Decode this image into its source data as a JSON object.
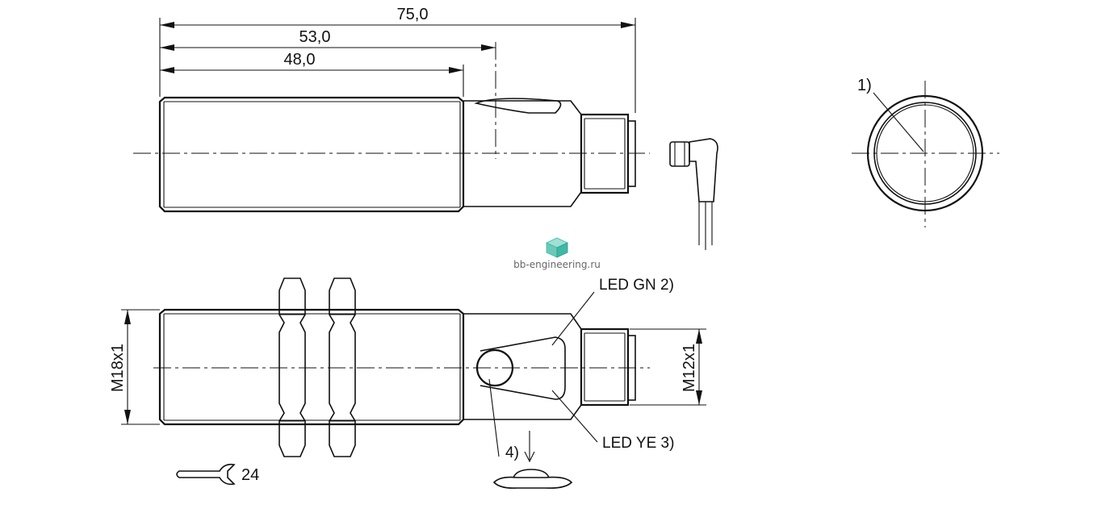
{
  "dimensions": {
    "overall_length": "75,0",
    "length_53": "53,0",
    "thread_length": "48,0",
    "thread_m18": "M18x1",
    "thread_m12": "M12x1",
    "wrench_size": "24"
  },
  "callouts": {
    "c1": "1)",
    "led_green": "LED GN 2)",
    "led_yellow": "LED YE 3)",
    "c4": "4)"
  },
  "watermark": {
    "site": "bb-engineering.ru",
    "logo_color": "#3fb8a5"
  }
}
